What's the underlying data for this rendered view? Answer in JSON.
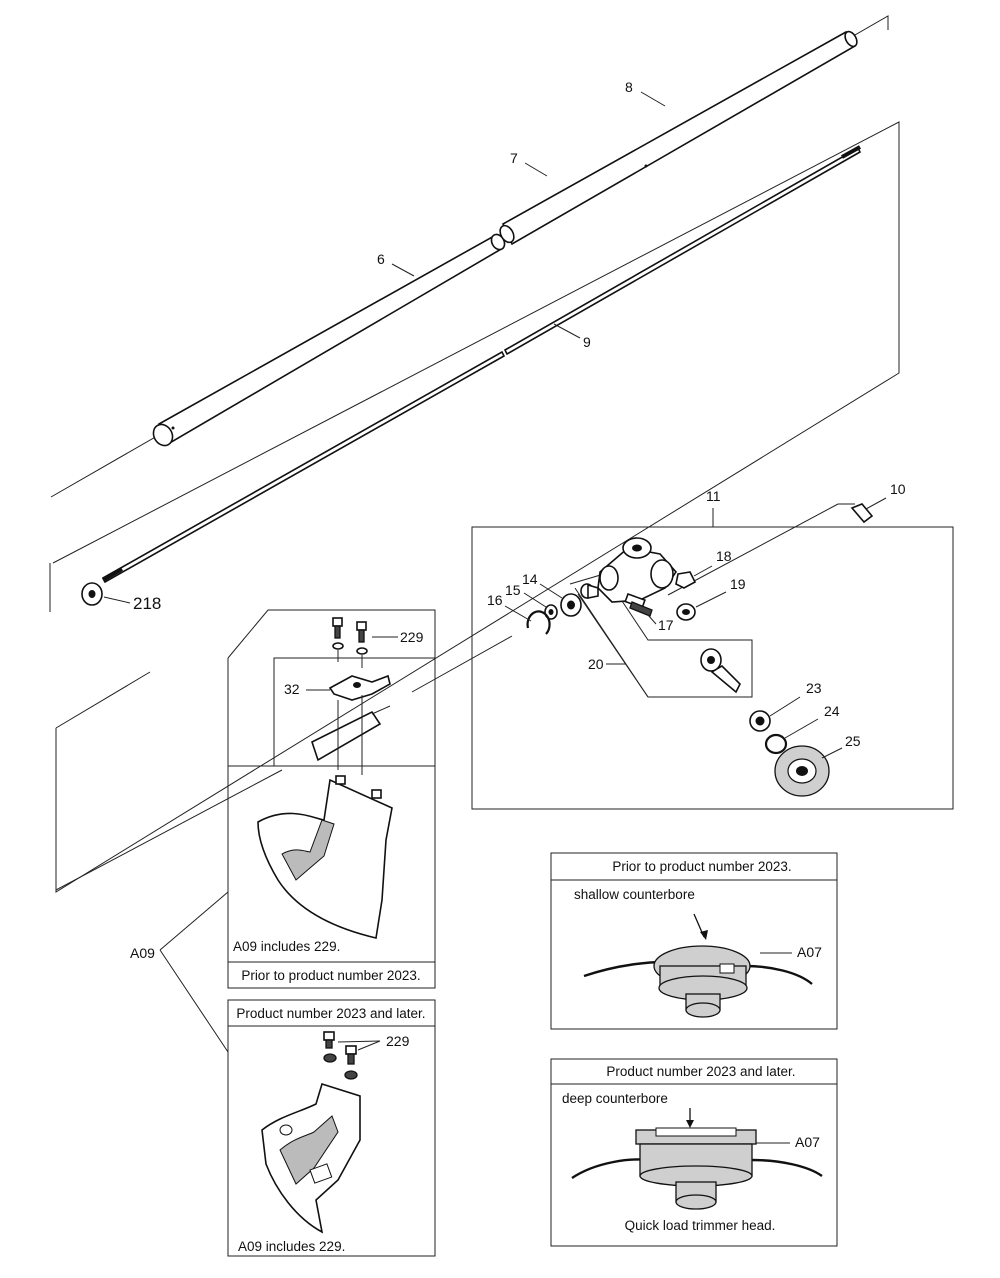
{
  "callouts": {
    "c6": "6",
    "c7": "7",
    "c8": "8",
    "c9": "9",
    "c10": "10",
    "c11": "11",
    "c14": "14",
    "c15": "15",
    "c16": "16",
    "c17": "17",
    "c18": "18",
    "c19": "19",
    "c20": "20",
    "c23": "23",
    "c24": "24",
    "c25": "25",
    "c32": "32",
    "c218": "218",
    "c229a": "229",
    "c229b": "229",
    "cA09": "A09",
    "cA07a": "A07",
    "cA07b": "A07"
  },
  "guard_old": {
    "note": "A09 includes 229.",
    "caption": "Prior to product number 2023."
  },
  "guard_new": {
    "header": "Product number 2023 and later.",
    "note": "A09 includes 229."
  },
  "head_old": {
    "header": "Prior to product number 2023.",
    "label": "shallow counterbore"
  },
  "head_new": {
    "header": "Product number 2023 and later.",
    "label": "deep counterbore",
    "caption": "Quick load trimmer head."
  }
}
